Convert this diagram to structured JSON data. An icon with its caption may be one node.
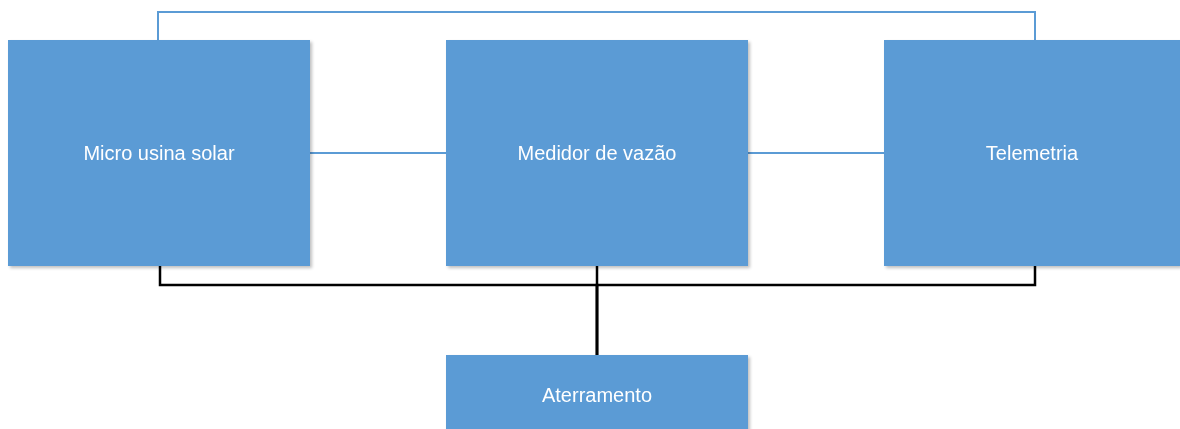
{
  "diagram": {
    "nodes": [
      {
        "text": [
          "Micro usina solar"
        ]
      },
      {
        "text": [
          "Medidor de vazão"
        ]
      },
      {
        "text": [
          "Telemetria"
        ]
      },
      {
        "text": [
          "Aterramento"
        ]
      }
    ],
    "edges": [
      {
        "from": 0,
        "to": 1,
        "arrow": "none"
      },
      {
        "from": 1,
        "to": 2,
        "arrow": "none"
      },
      {
        "from": 0,
        "to": 2,
        "arrow": "none"
      },
      {
        "from": 0,
        "to": 3,
        "arrow": "none",
        "color": "#000000"
      },
      {
        "from": 1,
        "to": 3,
        "arrow": "none",
        "color": "#000000"
      },
      {
        "from": 2,
        "to": 3,
        "arrow": "none",
        "color": "#000000"
      }
    ]
  }
}
